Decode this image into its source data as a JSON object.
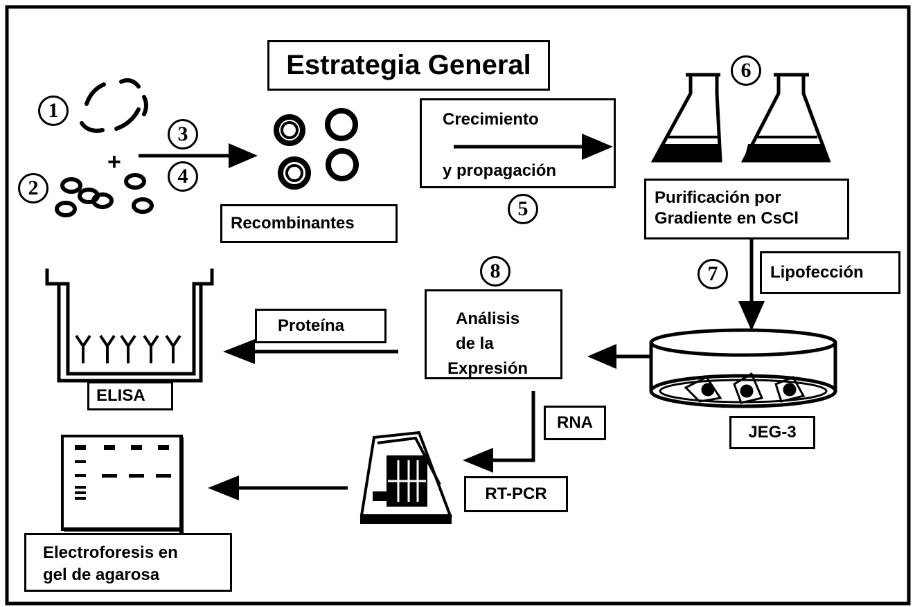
{
  "title": "Estrategia General",
  "steps": [
    "1",
    "2",
    "3",
    "4",
    "5",
    "6",
    "7",
    "8"
  ],
  "labels": {
    "recombinantes": "Recombinantes",
    "crecimiento_1": "Crecimiento",
    "crecimiento_2": "y propagación",
    "purificacion_1": "Purificación por",
    "purificacion_2": "Gradiente en CsCl",
    "lipofeccion": "Lipofección",
    "analisis_1": "Análisis",
    "analisis_2": "de la",
    "analisis_3": "Expresión",
    "proteina": "Proteína",
    "elisa": "ELISA",
    "jeg3": "JEG-3",
    "rna": "RNA",
    "rtpcr": "RT-PCR",
    "electro_1": "Electroforesis en",
    "electro_2": "gel de agarosa",
    "plus": "+"
  },
  "colors": {
    "ink": "#000000",
    "paper": "#ffffff"
  }
}
